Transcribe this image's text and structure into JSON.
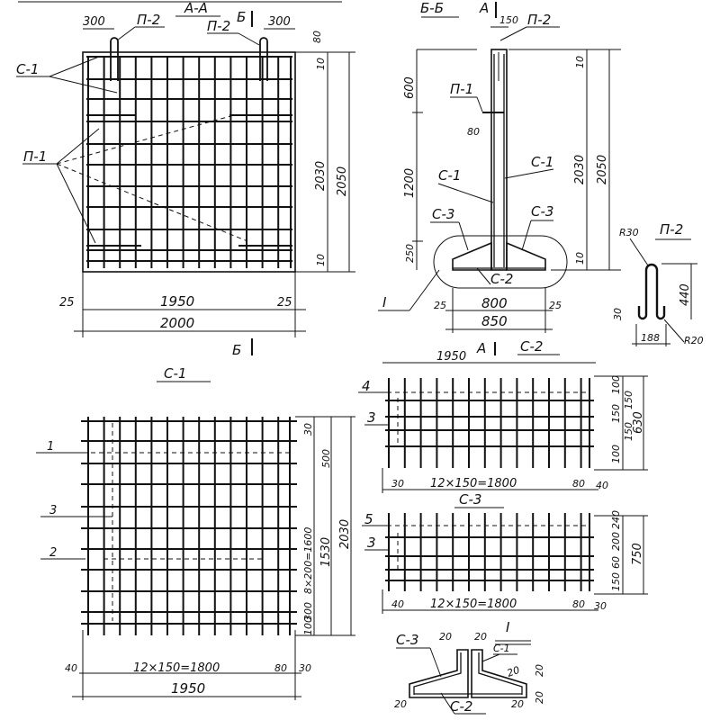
{
  "section_aa": {
    "title": "А-А",
    "labels": {
      "c1": "С-1",
      "p1": "П-1",
      "p2_left": "П-2",
      "p2_right": "П-2",
      "cut_b_top": "Б",
      "cut_b_bottom": "Б"
    },
    "dims": {
      "top_left": "300",
      "top_right": "300",
      "top_offset": "80",
      "inner_height": "2030",
      "total_height": "2050",
      "cover_top": "10",
      "cover_bottom": "10",
      "left_margin": "25",
      "inner_width": "1950",
      "right_margin": "25",
      "total_width": "2000"
    }
  },
  "section_bb": {
    "title": "Б-Б",
    "cut_a": "А",
    "labels": {
      "p2": "П-2",
      "p1": "П-1",
      "c1_left": "С-1",
      "c1_right": "С-1",
      "c3_left": "С-3",
      "c3_right": "С-3",
      "c2": "С-2",
      "detail_mark": "I"
    },
    "dims": {
      "wall": "150",
      "upper": "600",
      "p1_offset": "80",
      "lower": "1200",
      "base": "250",
      "cover_top": "10",
      "cover_bottom": "10",
      "inner_height": "2030",
      "total_height": "2050",
      "left_margin": "25",
      "inner_width": "800",
      "right_margin": "25",
      "total_width": "850"
    }
  },
  "p2_detail": {
    "title": "П-2",
    "r_top": "R30",
    "height": "440",
    "hook": "30",
    "width": "188",
    "r_bottom": "R20"
  },
  "c1_mesh": {
    "title": "С-1",
    "markers": [
      "1",
      "3",
      "2"
    ],
    "dims": {
      "top": "30",
      "upper": "500",
      "spacing": "8×200=1600",
      "middle": "1530",
      "total": "2030",
      "lower": "300",
      "bottom": "100",
      "left": "40",
      "bar_spacing": "12×150=1800",
      "right_a": "80",
      "right_b": "30",
      "width": "1950"
    }
  },
  "c2_mesh": {
    "title": "С-2",
    "cut_a": "А",
    "markers": [
      "4",
      "3"
    ],
    "dims": {
      "width": "1950",
      "d1": "100",
      "d2": "150",
      "d3": "150",
      "d4": "150",
      "d5": "100",
      "total": "630",
      "left": "30",
      "bar_spacing": "12×150=1800",
      "right_a": "80",
      "right_b": "40"
    }
  },
  "c3_mesh": {
    "title": "С-3",
    "markers": [
      "5",
      "3"
    ],
    "dims": {
      "d1": "240",
      "d2": "200",
      "d3": "60",
      "d4": "150",
      "total": "750",
      "left": "40",
      "bar_spacing": "12×150=1800",
      "right_a": "80",
      "right_b": "30"
    }
  },
  "detail_i": {
    "title": "I",
    "labels": {
      "c3": "С-3",
      "c2": "С-2",
      "c1": "С-1"
    },
    "dims": {
      "a": "20",
      "b": "20",
      "c": "20",
      "d": "20",
      "e": "20",
      "f": "20",
      "g": "20"
    }
  }
}
